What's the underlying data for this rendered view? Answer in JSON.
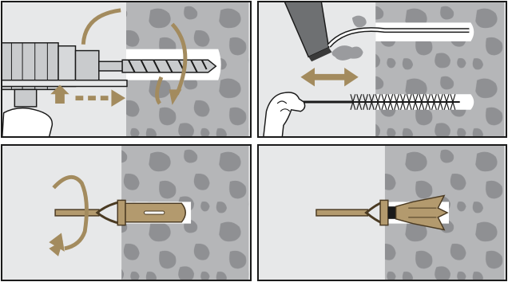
{
  "steps": [
    {
      "action": "drill-hole"
    },
    {
      "action": "clean-hole"
    },
    {
      "action": "insert-and-rotate-anchor"
    },
    {
      "action": "anchor-set"
    }
  ],
  "colors": {
    "frame": "#1a1a1a",
    "background": "#e7e8e9",
    "concrete": "#b5b6b8",
    "aggregate": "#8f9093",
    "tool": "#c9cbcd",
    "anchor": "#b39a6e",
    "anchor_outline": "#4a3a22",
    "arrow_tan": "#a38b5e"
  },
  "icons": [
    "hammer-drill-icon",
    "rotation-arrow-icon",
    "push-arrow-icon",
    "brush-icon",
    "blow-pump-icon",
    "back-and-forth-arrow-icon",
    "toggle-anchor-icon"
  ]
}
